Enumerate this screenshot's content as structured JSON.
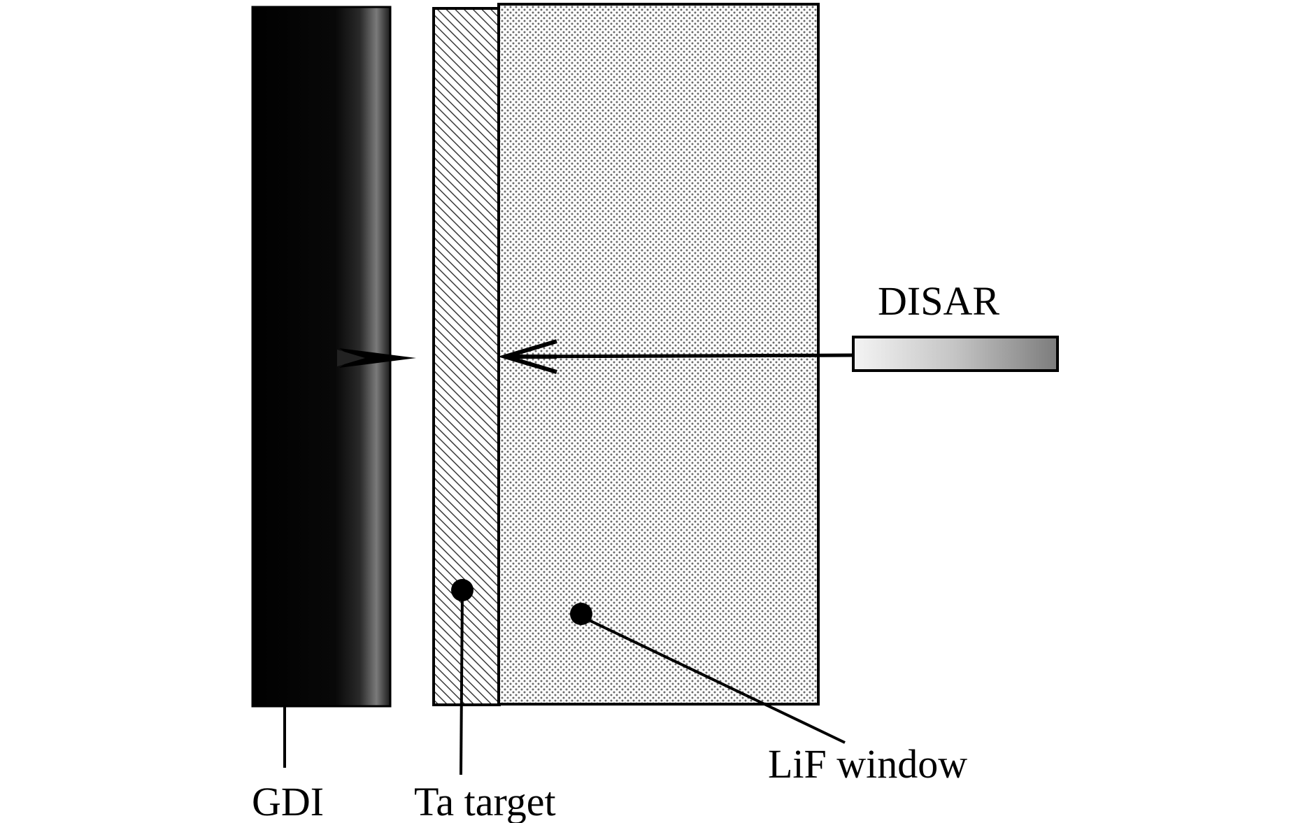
{
  "diagram": {
    "labels": {
      "gdi": "GDI",
      "ta_target": "Ta target",
      "lif_window": "LiF window",
      "disar": "DISAR"
    },
    "colors": {
      "ink": "#000000",
      "background": "#ffffff",
      "gdi_fill": "#050505",
      "dot_color": "#6b6b6b",
      "hatch_color": "#3a3a3a"
    }
  }
}
